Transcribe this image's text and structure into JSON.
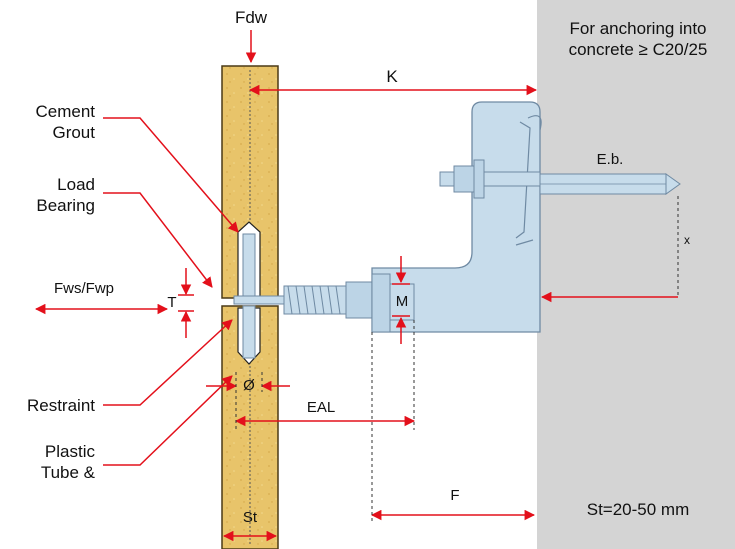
{
  "labels": {
    "fdw": "Fdw",
    "concrete_line1": "For anchoring into",
    "concrete_line2": "concrete ≥ C20/25",
    "k": "K",
    "cement_line1": "Cement",
    "cement_line2": "Grout",
    "load_line1": "Load",
    "load_line2": "Bearing",
    "eb": "E.b.",
    "x": "x",
    "fws": "Fws/Fwp",
    "t": "T",
    "m": "M",
    "restraint": "Restraint",
    "dia": "Ø",
    "eal": "EAL",
    "plastic_line1": "Plastic",
    "plastic_line2": "Tube &",
    "f": "F",
    "st_range": "St=20-50 mm",
    "st": "St"
  },
  "colors": {
    "dimension_red": "#e3101b",
    "brick_fill": "#e7c46a",
    "concrete_fill": "#d4d4d4",
    "bracket_fill": "#c7dceb",
    "bracket_stroke": "#6f8aa3"
  }
}
